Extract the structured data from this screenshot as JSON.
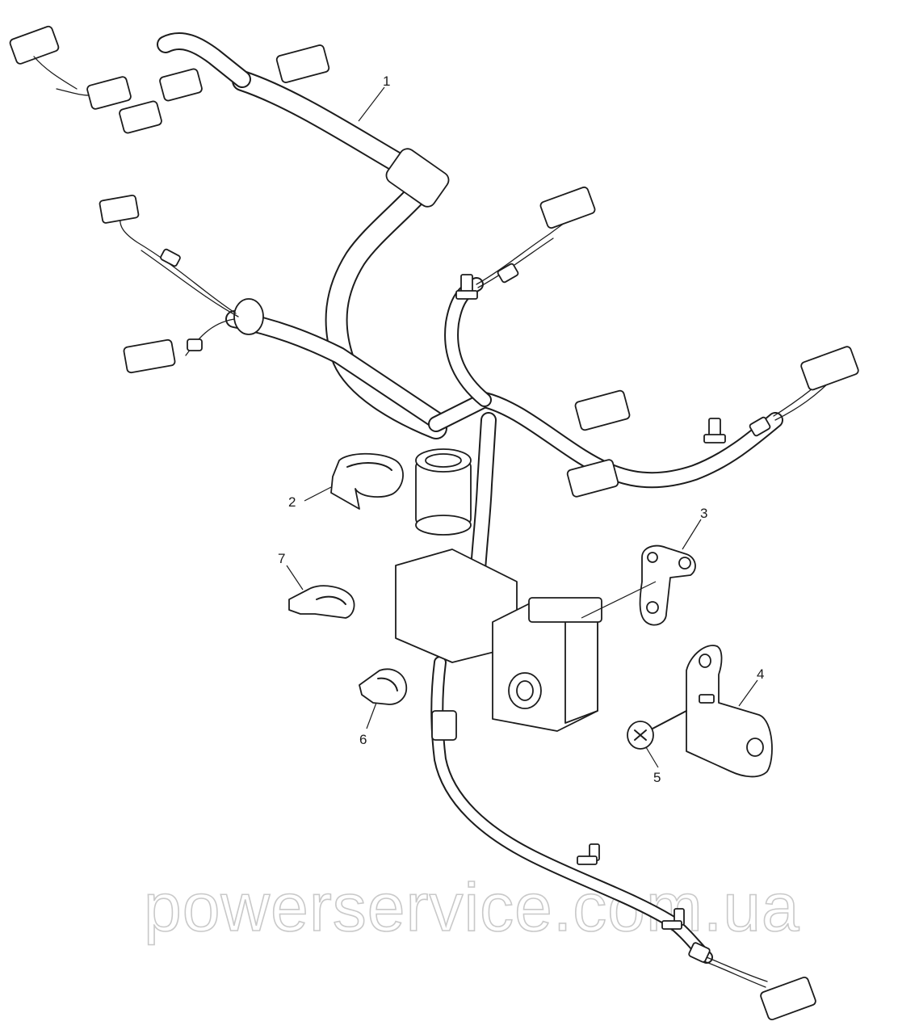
{
  "diagram": {
    "callouts": [
      {
        "id": "1",
        "label": "1"
      },
      {
        "id": "2",
        "label": "2"
      },
      {
        "id": "3",
        "label": "3"
      },
      {
        "id": "4",
        "label": "4"
      },
      {
        "id": "5",
        "label": "5"
      },
      {
        "id": "6",
        "label": "6"
      },
      {
        "id": "7",
        "label": "7"
      }
    ],
    "watermark": "powerservice.com.ua",
    "colors": {
      "line": "#1c1c1c",
      "background": "#ffffff",
      "watermark": "#c9c9c9"
    }
  }
}
